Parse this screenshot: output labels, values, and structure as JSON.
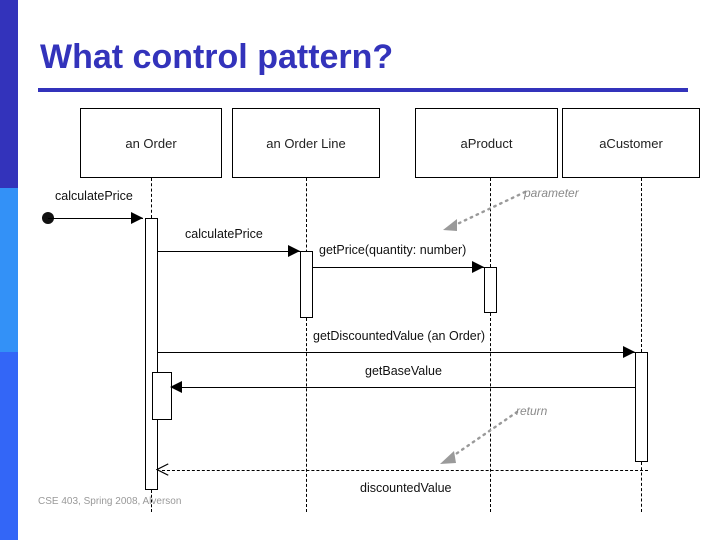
{
  "slide": {
    "title": "What control pattern?",
    "footer": "CSE 403, Spring 2008, Alverson",
    "accent_color": "#3333bb",
    "sidebar_colors": [
      "#3333bb",
      "#3391f7",
      "#3366f7"
    ]
  },
  "diagram": {
    "type": "uml-sequence-diagram",
    "participants": [
      {
        "label": "an Order"
      },
      {
        "label": "an Order Line"
      },
      {
        "label": "aProduct"
      },
      {
        "label": "aCustomer"
      }
    ],
    "messages": [
      {
        "label": "calculatePrice",
        "from": "actor",
        "to": "an Order",
        "kind": "call",
        "direction": "right"
      },
      {
        "label": "calculatePrice",
        "from": "an Order",
        "to": "an Order Line",
        "kind": "call",
        "direction": "right"
      },
      {
        "label": "getPrice(quantity: number)",
        "from": "an Order Line",
        "to": "aProduct",
        "kind": "call",
        "direction": "right"
      },
      {
        "label": "getDiscountedValue (an Order)",
        "from": "an Order",
        "to": "aCustomer",
        "kind": "call",
        "direction": "right"
      },
      {
        "label": "getBaseValue",
        "from": "aCustomer",
        "to": "an Order",
        "kind": "call",
        "direction": "left"
      },
      {
        "label": "discountedValue",
        "from": "aCustomer",
        "to": "an Order",
        "kind": "return",
        "direction": "left"
      }
    ],
    "annotations": [
      {
        "label": "parameter",
        "color": "#8a8a8a"
      },
      {
        "label": "return",
        "color": "#8a8a8a"
      }
    ]
  }
}
